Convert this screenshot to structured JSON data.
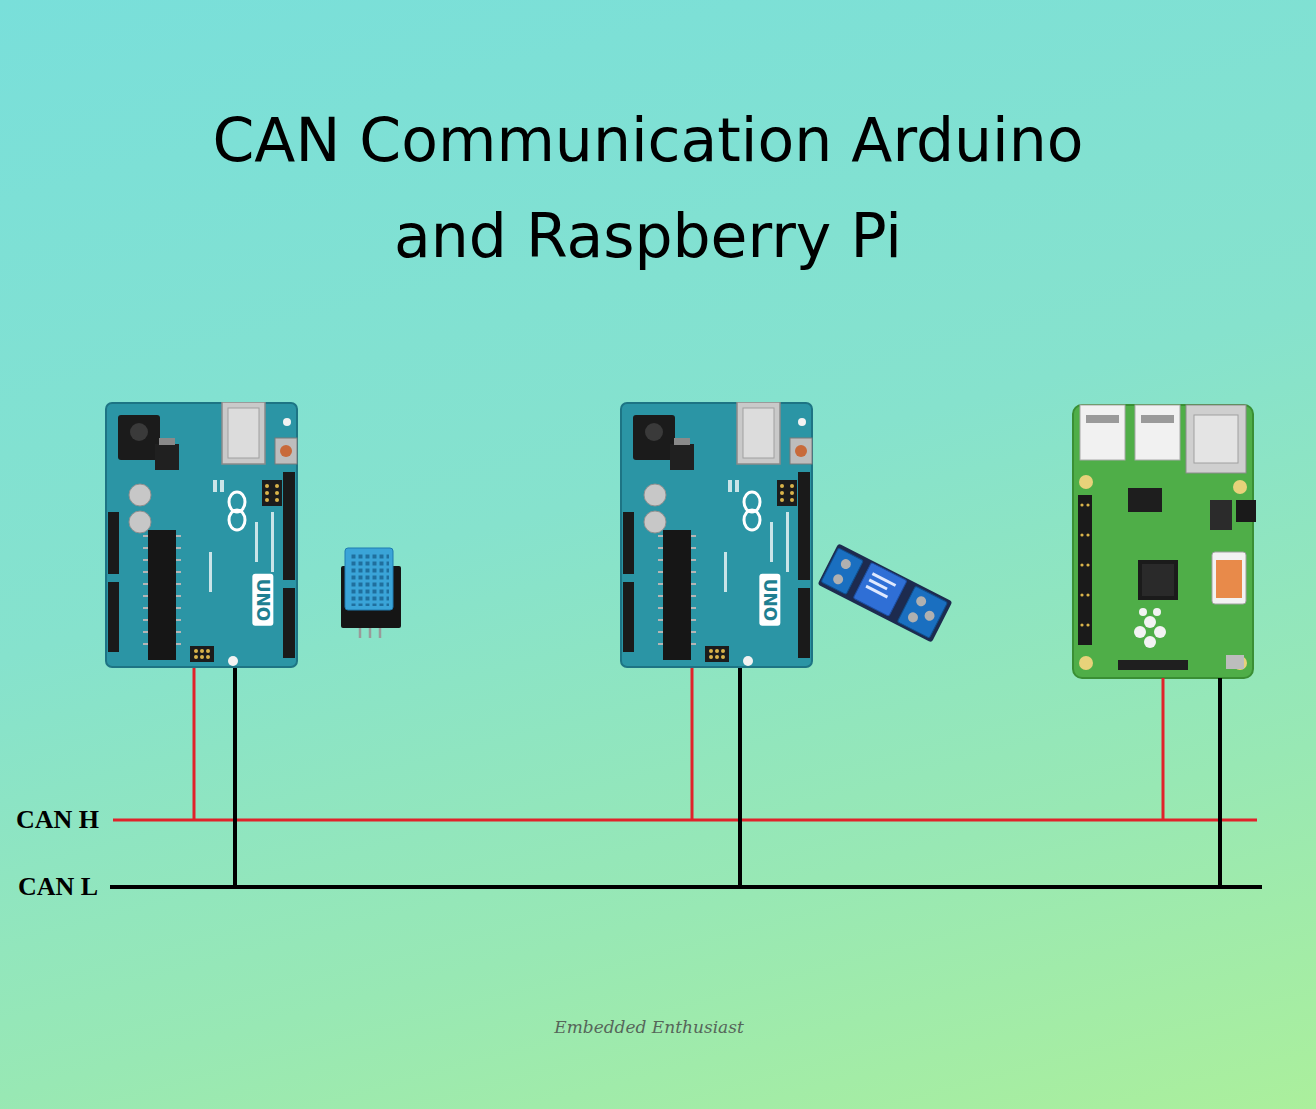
{
  "diagram": {
    "title": "CAN Communication Arduino and Raspberry Pi",
    "labels": [
      "UNO",
      "UNO",
      "CAN H",
      "CAN L",
      "Embedded Enthusiast"
    ]
  }
}
